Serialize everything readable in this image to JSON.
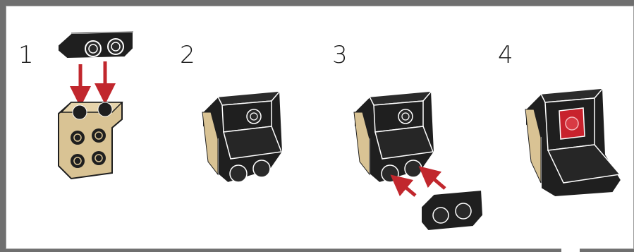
{
  "steps": [
    {
      "number": "1"
    },
    {
      "number": "2"
    },
    {
      "number": "3"
    },
    {
      "number": "4"
    }
  ],
  "colors": {
    "brick_black": "#1f1f1f",
    "brick_tan": "#d9c394",
    "brick_red": "#c8222d",
    "arrow_red": "#c1272d",
    "outline": "#ffffff"
  }
}
